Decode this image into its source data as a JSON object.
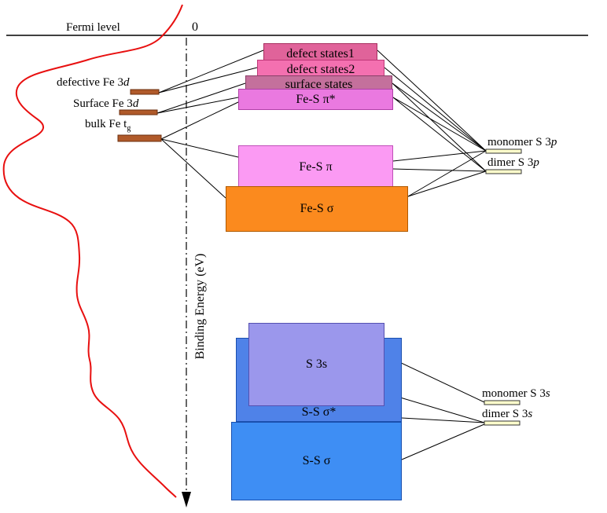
{
  "axis": {
    "fermi_label": "Fermi level",
    "zero_label": "0",
    "y_axis_label": "Binding Energy (eV)"
  },
  "left_levels": [
    {
      "text": "defective Fe 3",
      "italic": "d"
    },
    {
      "text": "Surface Fe 3",
      "italic": "d"
    },
    {
      "text": "bulk Fe t",
      "sub": "g"
    }
  ],
  "right_levels_p": [
    {
      "text": "monomer S 3",
      "italic": "p"
    },
    {
      "text": "dimer S 3",
      "italic": "p"
    }
  ],
  "right_levels_s": [
    {
      "text": "monomer S 3",
      "italic": "s"
    },
    {
      "text": "dimer S 3",
      "italic": "s"
    }
  ],
  "boxes": {
    "defect1": "defect states1",
    "defect2": "defect states2",
    "surface": "surface states",
    "fes_pi_star": "Fe-S π*",
    "fes_pi": "Fe-S π",
    "fes_sigma": "Fe-S σ",
    "s3s": "S 3s",
    "ss_sigma_star": "S-S σ*",
    "ss_sigma": "S-S σ"
  },
  "colors": {
    "spectrum": "#e81010",
    "defect1": "#e0639a",
    "defect2": "#f470b0",
    "surface": "#c4709c",
    "fes_pi_star": "#ea79e0",
    "fes_pi": "#fb9af3",
    "fes_sigma": "#fb8a1e",
    "s3s": "#9b97ec",
    "ss_sigma_star": "#4f82e8",
    "ss_sigma": "#3e8ef4",
    "fe_level_bar": "#b05a2a",
    "s_level_bar": "#ffffcc"
  }
}
